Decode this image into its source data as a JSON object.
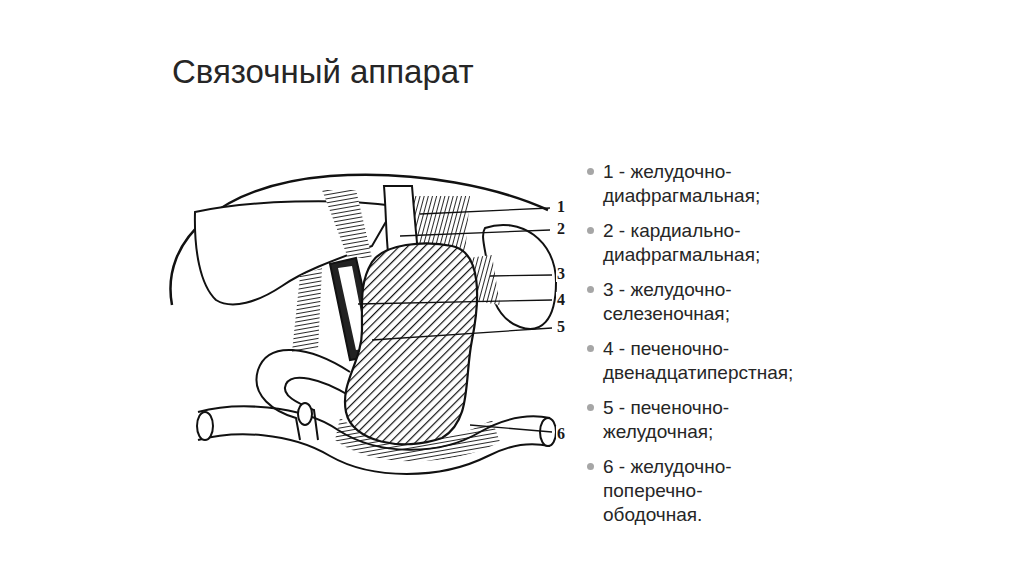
{
  "diagram": {
    "title": "Связочный аппарат",
    "labels": [
      "1",
      "2",
      "3",
      "4",
      "5",
      "6",
      "1 - желудочно-диафрагмальная;",
      "2 - кардиально-диафрагмальная;",
      "3 - желудочно-селезеночная;",
      "4 - печеночно-двенадцатиперстная;",
      "5 - печеночно-желудочная;",
      "6 - желудочно-поперечно-ободочная."
    ]
  }
}
